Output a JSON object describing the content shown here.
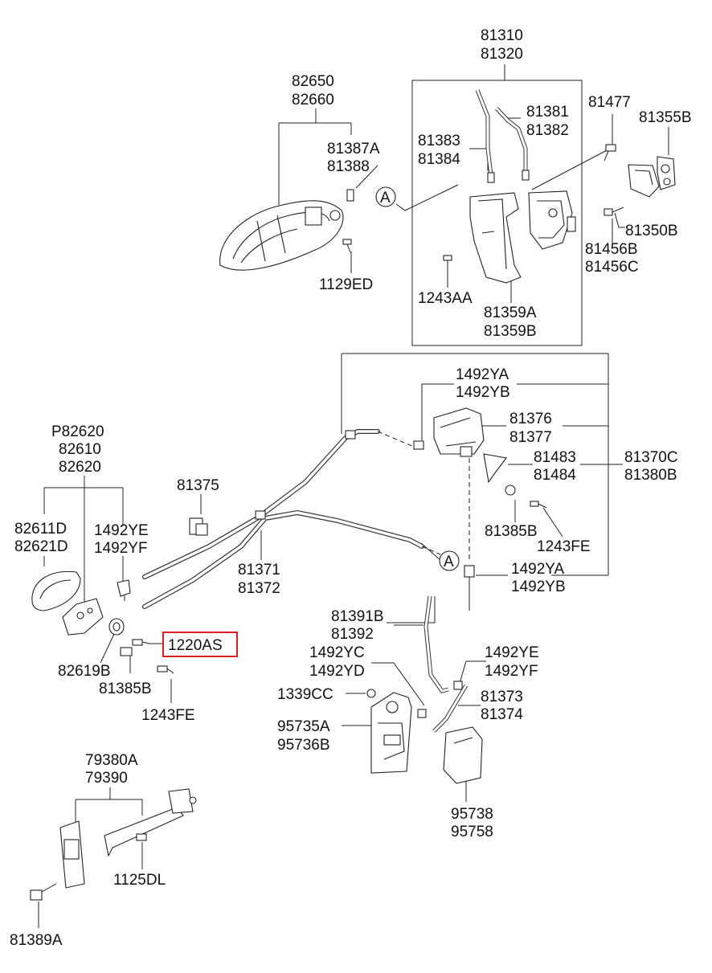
{
  "labels": {
    "p81310": "81310",
    "p81320": "81320",
    "p82650": "82650",
    "p82660": "82660",
    "p81381": "81381",
    "p81382": "81382",
    "p81477": "81477",
    "p81355B": "81355B",
    "p81387A": "81387A",
    "p81388": "81388",
    "p81383": "81383",
    "p81384": "81384",
    "p81350B": "81350B",
    "p81456B": "81456B",
    "p81456C": "81456C",
    "p1129ED": "1129ED",
    "p1243AA": "1243AA",
    "p81359A": "81359A",
    "p81359B": "81359B",
    "p1492YA_top": "1492YA",
    "p1492YB_top": "1492YB",
    "p81376": "81376",
    "p81377": "81377",
    "p81483": "81483",
    "p81484": "81484",
    "p81370C": "81370C",
    "p81380B": "81380B",
    "pP82620": "P82620",
    "p82610": "82610",
    "p82620": "82620",
    "p81375": "81375",
    "p82611D": "82611D",
    "p82621D": "82621D",
    "p1492YE_left": "1492YE",
    "p1492YF_left": "1492YF",
    "p81385B_right": "81385B",
    "p1243FE_right": "1243FE",
    "p81371": "81371",
    "p81372": "81372",
    "p1492YA_bot": "1492YA",
    "p1492YB_bot": "1492YB",
    "p81391B": "81391B",
    "p81392": "81392",
    "p1220AS": "1220AS",
    "p1492YC": "1492YC",
    "p1492YD": "1492YD",
    "p1492YE_right": "1492YE",
    "p1492YF_right": "1492YF",
    "p82619B": "82619B",
    "p81385B_left": "81385B",
    "p1339CC": "1339CC",
    "p81373": "81373",
    "p81374": "81374",
    "p1243FE_left": "1243FE",
    "p95735A": "95735A",
    "p95736B": "95736B",
    "p79380A": "79380A",
    "p79390": "79390",
    "p95738": "95738",
    "p95758": "95758",
    "p1125DL": "1125DL",
    "p81389A": "81389A"
  },
  "callouts": {
    "a_upper": "A",
    "a_lower": "A"
  },
  "highlight": {
    "part": "1220AS",
    "color": "#d81f26"
  }
}
